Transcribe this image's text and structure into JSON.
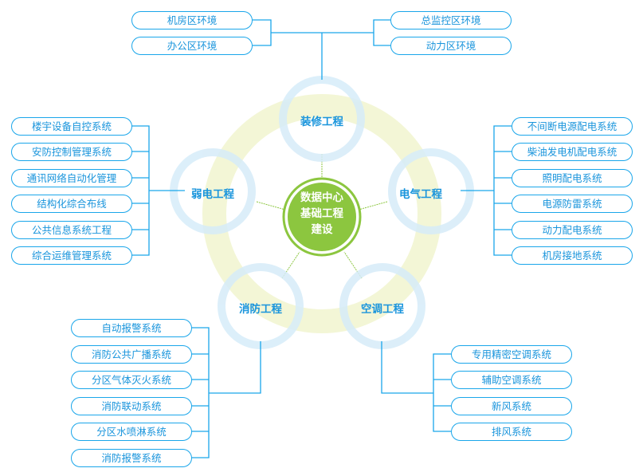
{
  "center": {
    "line1": "数据中心",
    "line2": "基础工程",
    "line3": "建设"
  },
  "nodes": {
    "top": "装修工程",
    "left": "弱电工程",
    "right": "电气工程",
    "bottom_left": "消防工程",
    "bottom_right": "空调工程"
  },
  "top_left_items": [
    "机房区环境",
    "办公区环境"
  ],
  "top_right_items": [
    "总监控区环境",
    "动力区环境"
  ],
  "left_items": [
    "楼宇设备自控系统",
    "安防控制管理系统",
    "通讯网络自动化管理",
    "结构化综合布线",
    "公共信息系统工程",
    "综合运维管理系统"
  ],
  "right_items": [
    "不间断电源配电系统",
    "柴油发电机配电系统",
    "照明配电系统",
    "电源防雷系统",
    "动力配电系统",
    "机房接地系统"
  ],
  "bottom_left_items": [
    "自动报警系统",
    "消防公共广播系统",
    "分区气体灭火系统",
    "消防联动系统",
    "分区水喷淋系统",
    "消防报警系统"
  ],
  "bottom_right_items": [
    "专用精密空调系统",
    "辅助空调系统",
    "新风系统",
    "排风系统"
  ],
  "colors": {
    "line": "#1aa6ea",
    "ring": "#d6ecf9",
    "yellow": "#f3f6d6",
    "green": "#8cc63f"
  }
}
